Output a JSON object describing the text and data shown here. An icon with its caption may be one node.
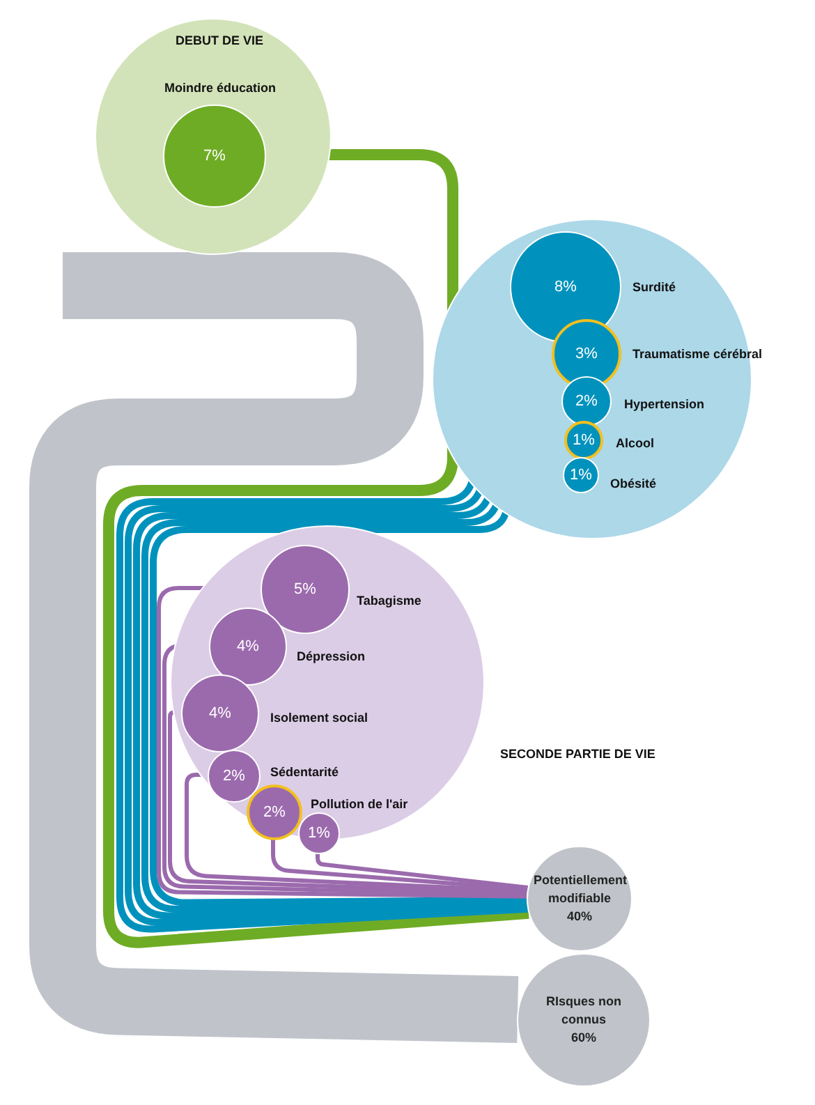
{
  "diagram": {
    "nodes": [
      {
        "text": [
          "DEBUT DE VIE"
        ]
      },
      {
        "text": [
          "7%"
        ],
        "beside": [
          "Moindre éducation"
        ],
        "in": 0
      },
      {
        "text": [],
        "shape": "circle"
      },
      {
        "text": [
          "8%"
        ],
        "beside": [
          "Surdité"
        ],
        "in": 2
      },
      {
        "text": [
          "3%"
        ],
        "beside": [
          "Traumatisme cérébral"
        ],
        "in": 2
      },
      {
        "text": [
          "2%"
        ],
        "beside": [
          "Hypertension"
        ],
        "in": 2
      },
      {
        "text": [
          "1%"
        ],
        "beside": [
          "Alcool"
        ],
        "in": 2
      },
      {
        "text": [
          "1%"
        ],
        "beside": [
          "Obésité"
        ],
        "in": 2
      },
      {
        "text": [
          "SECONDE PARTIE DE VIE"
        ]
      },
      {
        "text": [
          "5%"
        ],
        "beside": [
          "Tabagisme"
        ],
        "in": 8
      },
      {
        "text": [
          "4%"
        ],
        "beside": [
          "Dépression"
        ],
        "in": 8
      },
      {
        "text": [
          "4%"
        ],
        "beside": [
          "Isolement social"
        ],
        "in": 8
      },
      {
        "text": [
          "2%"
        ],
        "beside": [
          "Sédentarité"
        ],
        "in": 8
      },
      {
        "text": [
          "2%"
        ],
        "beside": [
          "Pollution de l'air"
        ],
        "in": 8
      },
      {
        "text": [
          "1%"
        ],
        "in": 8
      },
      {
        "text": [
          "Potentiellement modifiable",
          "40%"
        ]
      },
      {
        "text": [
          "RIsques non connus",
          "60%"
        ]
      }
    ],
    "edges": [
      {
        "from": 1,
        "to": 15,
        "arrow": "none",
        "color": "#6fac25"
      },
      {
        "from": 3,
        "to": 15,
        "arrow": "none",
        "color": "#0092bd"
      },
      {
        "from": 4,
        "to": 15,
        "arrow": "none",
        "color": "#0092bd"
      },
      {
        "from": 5,
        "to": 15,
        "arrow": "none",
        "color": "#0092bd"
      },
      {
        "from": 6,
        "to": 15,
        "arrow": "none",
        "color": "#0092bd"
      },
      {
        "from": 7,
        "to": 15,
        "arrow": "none",
        "color": "#0092bd"
      },
      {
        "from": 9,
        "to": 15,
        "arrow": "none",
        "color": "#9b6aad"
      },
      {
        "from": 10,
        "to": 15,
        "arrow": "none",
        "color": "#9b6aad"
      },
      {
        "from": 11,
        "to": 15,
        "arrow": "none",
        "color": "#9b6aad"
      },
      {
        "from": 12,
        "to": 15,
        "arrow": "none",
        "color": "#9b6aad"
      },
      {
        "from": 13,
        "to": 15,
        "arrow": "none",
        "color": "#9b6aad"
      },
      {
        "from": 14,
        "to": 15,
        "arrow": "none",
        "color": "#9b6aad"
      },
      {
        "from": null,
        "to": 16,
        "arrow": "none",
        "style": "thick",
        "color": "#c0c4ca"
      }
    ]
  }
}
